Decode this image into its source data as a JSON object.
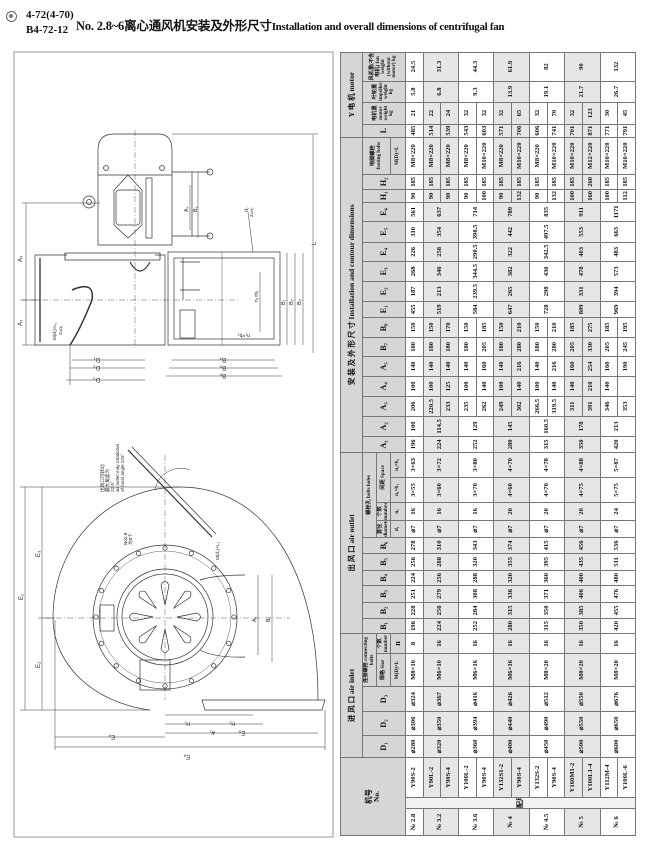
{
  "header": {
    "icon": "circle-bullet-icon",
    "code_line1": "4-72(4-70)",
    "code_line2": "B4-72-12",
    "title_cn": "No. 2.8~6离心通风机安装及外形尺寸",
    "title_en": "Installation and overall dimensions of centrifugal fan"
  },
  "drawing": {
    "labels": {
      "A3": "A₃",
      "A2": "A₂",
      "D1": "D₁",
      "D2": "D₂",
      "D3": "D₃",
      "bolt_inlet": "M(d₁)×L₁",
      "bolt_inlet_n": "Z=n₁",
      "A4": "A₄",
      "B8": "B₈",
      "d2": "d₂",
      "d2_n": "Z=n₂",
      "L": "L",
      "n1b1": "n₁×b₁",
      "n2b2": "n₂×b₂",
      "B1": "B₁",
      "B2": "B₂",
      "B3": "B₃",
      "B4": "B₄",
      "B5": "B₅",
      "B6": "B₆",
      "outlet_note_cn1": "出风口可转动",
      "outlet_note_cn2": "最大角度为",
      "outlet_note_cn3": "22.5°",
      "outlet_note_en1": "air outlet may rotational",
      "outlet_note_en2": "of most angle 225°",
      "size_note1": "No2.8",
      "size_note2": "为8个",
      "bolt_outlet": "M(d₃)×L₂",
      "E1": "E₁",
      "E2": "E₂",
      "E3": "E₃",
      "E4": "E₄",
      "E5": "E₅",
      "E6": "E₆",
      "H1": "H₁",
      "H2": "H₂",
      "A1": "A₁",
      "A6": "A₆",
      "B7": "B₇"
    }
  },
  "table": {
    "headers": {
      "no_cn": "机号",
      "no_en": "No.",
      "inlet_group": "进 风 口 air inlet",
      "outlet_group": "出 风 口 air outlet",
      "install_group": "安 装 及 外 形 尺 寸 Installation and contour dimensions",
      "motor_group": "Y 电 机 motor",
      "D1": "D₁",
      "D2": "D₂",
      "D3": "D₃",
      "conn_bolts": "连接螺栓 connecting bolts",
      "size": "规格 Size",
      "number": "个数 number",
      "ML": "M(D)×L",
      "n": "n",
      "B1": "B₁",
      "B2": "B₂",
      "B3": "B₃",
      "B4": "B₄",
      "B5": "B₅",
      "B6": "B₆",
      "bolt_holes": "螺栓孔 bolts holes",
      "diameter": "直径 diameter",
      "number2": "个数 number",
      "space": "间距 Space",
      "d1": "d₁",
      "n1": "n₁",
      "n1b1": "n₁×b₁",
      "n2b2": "n₂×b₂",
      "A1": "A₁",
      "A2": "A₂",
      "A3": "A₃",
      "A4": "A₄",
      "A5": "A₅",
      "B7": "B₇",
      "B8": "B₈",
      "E1": "E₁",
      "E2": "E₂",
      "E3": "E₃",
      "E4": "E₄",
      "E5": "E₅",
      "E6": "E₆",
      "H1": "H₁",
      "H2": "H₂",
      "footing": "地脚螺栓 footing bolts",
      "footML": "M(D)×L",
      "L": "L",
      "motor_wt": "电机重 motor weight kg",
      "imp_wt": "叶轮重 impeller weight kg",
      "fan_wt": "风机重(不含电机) fan weight (without motor) kg"
    },
    "note": "配用电动机(B35型) motor(model B35)",
    "groups": [
      {
        "no": "№ 2.8",
        "D1": "⌀280",
        "D2": "⌀306",
        "D3": "⌀324",
        "ML": "M8×10",
        "n": "8",
        "B1": "196",
        "B2": "228",
        "B3": "251",
        "B4": "224",
        "B5": "256",
        "B6": "278",
        "d1": "⌀7",
        "n1": "16",
        "n1b1": "3×55",
        "n2b2": "3×63",
        "A1": "196",
        "A2": "100",
        "E1": "455",
        "E2": "187",
        "E3": "268",
        "E4": "226",
        "E5": "310",
        "E6": "561",
        "imp": "5.8",
        "fan": "24.5",
        "variants": [
          {
            "motor": "Y90S-2",
            "A3": "206",
            "A4": "100",
            "A5": "140",
            "B7": "180",
            "B8": "150",
            "H1": "90",
            "H2": "185",
            "foot": "M8×220",
            "L": "485",
            "mw": "21"
          }
        ]
      },
      {
        "no": "№ 3.2",
        "D1": "⌀320",
        "D2": "⌀350",
        "D3": "⌀367",
        "ML": "M6×10",
        "n": "16",
        "B1": "224",
        "B2": "256",
        "B3": "279",
        "B4": "256",
        "B5": "288",
        "B6": "310",
        "d1": "⌀7",
        "n1": "16",
        "n1b1": "3×60",
        "n2b2": "3×72",
        "A1": "224",
        "A2": "114.5",
        "E1": "519",
        "E2": "213",
        "E3": "346",
        "E4": "258",
        "E5": "354",
        "E6": "637",
        "imp": "6.8",
        "fan": "31.3",
        "variants": [
          {
            "motor": "Y90L-2",
            "A3": "220.5",
            "A4": "100",
            "A5": "140",
            "B7": "180",
            "B8": "150",
            "H1": "90",
            "H2": "185",
            "foot": "M8×220",
            "L": "514",
            "mw": "22"
          },
          {
            "motor": "Y90S-4",
            "A3": "233",
            "A4": "125",
            "A5": "140",
            "B7": "180",
            "B8": "170",
            "H1": "90",
            "H2": "185",
            "foot": "M8×220",
            "L": "539",
            "mw": "24"
          }
        ]
      },
      {
        "no": "№ 3.6",
        "D1": "⌀360",
        "D2": "⌀394",
        "D3": "⌀416",
        "ML": "M6×16",
        "n": "16",
        "B1": "252",
        "B2": "284",
        "B3": "308",
        "B4": "288",
        "B5": "320",
        "B6": "343",
        "d1": "⌀7",
        "n1": "16",
        "n1b1": "3×70",
        "n2b2": "3×80",
        "A1": "252",
        "A2": "129",
        "E1": "584",
        "E2": "239.5",
        "E3": "344.5",
        "E4": "290.5",
        "E5": "398.5",
        "E6": "714",
        "imp": "9.3",
        "fan": "44.3",
        "variants": [
          {
            "motor": "Y100L-2",
            "A3": "235",
            "A4": "100",
            "A5": "140",
            "B7": "180",
            "B8": "150",
            "H1": "90",
            "H2": "185",
            "foot": "M8×220",
            "L": "543",
            "mw": "32"
          },
          {
            "motor": "Y90S-4",
            "A3": "262",
            "A4": "140",
            "A5": "160",
            "B7": "205",
            "B8": "185",
            "H1": "100",
            "H2": "185",
            "foot": "M10×220",
            "L": "603",
            "mw": "32"
          }
        ]
      },
      {
        "no": "№ 4",
        "D1": "⌀400",
        "D2": "⌀440",
        "D3": "⌀426",
        "ML": "M6×16",
        "n": "16",
        "B1": "280",
        "B2": "315",
        "B3": "336",
        "B4": "320",
        "B5": "355",
        "B6": "374",
        "d1": "⌀7",
        "n1": "20",
        "n1b1": "4×60",
        "n2b2": "4×70",
        "A1": "280",
        "A2": "145",
        "E1": "647",
        "E2": "265",
        "E3": "382",
        "E4": "322",
        "E5": "442",
        "E6": "789",
        "imp": "13.9",
        "fan": "61.9",
        "variants": [
          {
            "motor": "Y132S1-2",
            "A3": "249",
            "A4": "100",
            "A5": "140",
            "B7": "180",
            "B8": "150",
            "H1": "90",
            "H2": "185",
            "foot": "M8×220",
            "L": "571",
            "mw": "32"
          },
          {
            "motor": "Y90S-4",
            "A3": "302",
            "A4": "140",
            "A5": "216",
            "B7": "280",
            "B8": "210",
            "H1": "132",
            "H2": "185",
            "foot": "M10×220",
            "L": "706",
            "mw": "65"
          }
        ]
      },
      {
        "no": "№ 4.5",
        "D1": "⌀450",
        "D2": "⌀490",
        "D3": "⌀512",
        "ML": "M8×20",
        "n": "16",
        "B1": "315",
        "B2": "350",
        "B3": "371",
        "B4": "360",
        "B5": "395",
        "B6": "415",
        "d1": "⌀7",
        "n1": "20",
        "n1b1": "4×70",
        "n2b2": "4×78",
        "A1": "315",
        "A2": "160.5",
        "E1": "728",
        "E2": "298",
        "E3": "430",
        "E4": "342.5",
        "E5": "497.5",
        "E6": "835",
        "imp": "19.1",
        "fan": "82",
        "variants": [
          {
            "motor": "Y132S-2",
            "A3": "266.5",
            "A4": "100",
            "A5": "140",
            "B7": "180",
            "B8": "150",
            "H1": "90",
            "H2": "185",
            "foot": "M8×220",
            "L": "606",
            "mw": "32"
          },
          {
            "motor": "Y90S-4",
            "A3": "319.5",
            "A4": "140",
            "A5": "216",
            "B7": "280",
            "B8": "210",
            "H1": "132",
            "H2": "185",
            "foot": "M10×220",
            "L": "741",
            "mw": "70"
          }
        ]
      },
      {
        "no": "№ 5",
        "D1": "⌀500",
        "D2": "⌀550",
        "D3": "⌀550",
        "ML": "M8×20",
        "n": "16",
        "B1": "350",
        "B2": "385",
        "B3": "406",
        "B4": "400",
        "B5": "435",
        "B6": "456",
        "d1": "⌀7",
        "n1": "20",
        "n1b1": "4×75",
        "n2b2": "4×88",
        "A1": "350",
        "A2": "178",
        "E1": "809",
        "E2": "331",
        "E3": "478",
        "E4": "403",
        "E5": "553",
        "E6": "911",
        "imp": "21.7",
        "fan": "90",
        "variants": [
          {
            "motor": "Y160M1-2",
            "A3": "311",
            "A4": "140",
            "A5": "160",
            "B7": "205",
            "B8": "185",
            "H1": "100",
            "H2": "185",
            "foot": "M10×220",
            "L": "701",
            "mw": "32"
          },
          {
            "motor": "Y100L1-4",
            "A3": "391",
            "A4": "210",
            "A5": "254",
            "B7": "330",
            "B8": "275",
            "H1": "160",
            "H2": "260",
            "foot": "M12×220",
            "L": "871",
            "mw": "123"
          }
        ]
      },
      {
        "no": "№ 6",
        "D1": "⌀600",
        "D2": "⌀650",
        "D3": "⌀676",
        "ML": "M8×20",
        "n": "16",
        "B1": "420",
        "B2": "455",
        "B3": "476",
        "B4": "480",
        "B5": "511",
        "B6": "536",
        "d1": "⌀7",
        "n1": "24",
        "n1b1": "5×75",
        "n2b2": "5×87",
        "A1": "420",
        "A2": "213",
        "E1": "969",
        "E2": "394",
        "E3": "573",
        "E4": "483",
        "E5": "663",
        "E6": "1171",
        "imp": "26.7",
        "fan": "132",
        "variants": [
          {
            "motor": "Y112M-4",
            "A3": "346",
            "A4": "140",
            "A5": "160",
            "B7": "205",
            "B8": "185",
            "H1": "100",
            "H2": "185",
            "foot": "M10×220",
            "L": "771",
            "mw": "30"
          },
          {
            "motor": "Y100L-6",
            "A3": "353",
            "A4": "",
            "A5": "190",
            "B7": "245",
            "B8": "195",
            "H1": "112",
            "H2": "185",
            "foot": "M10×220",
            "L": "791",
            "mw": "45"
          }
        ]
      }
    ]
  }
}
